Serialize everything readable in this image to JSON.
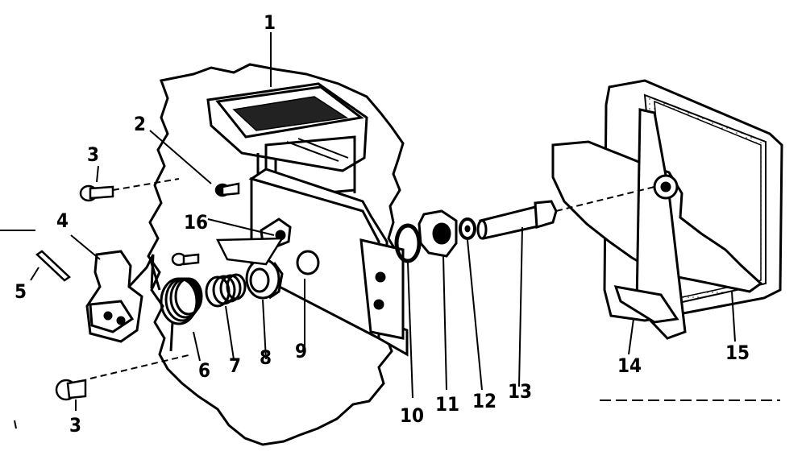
{
  "callouts": [
    "1",
    "2",
    "3",
    "3",
    "4",
    "5",
    "6",
    "7",
    "8",
    "9",
    "10",
    "11",
    "12",
    "13",
    "14",
    "15",
    "16"
  ]
}
